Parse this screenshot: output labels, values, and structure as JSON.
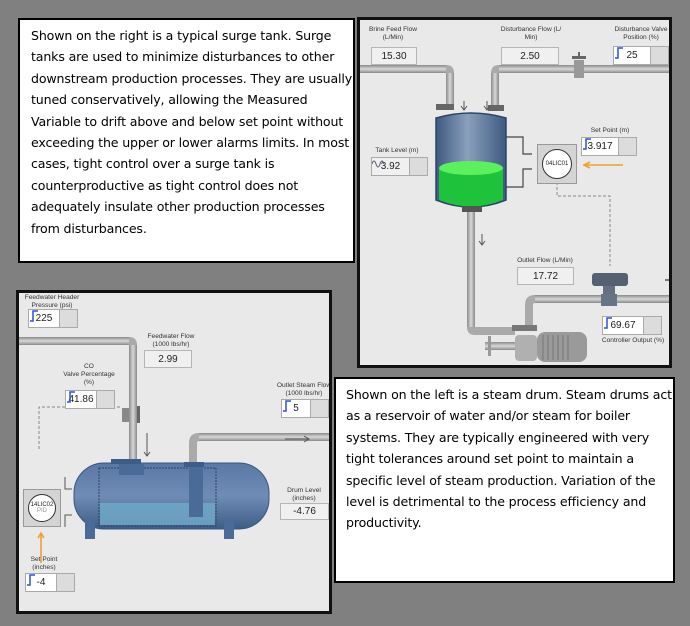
{
  "surge_tank_description": "Shown on the right is a typical surge tank. Surge tanks are used to minimize disturbances to other downstream production processes. They are usually tuned conservatively, allowing the Measured Variable to drift above and below set point without exceeding the upper or lower alarms limits. In most cases, tight control over a surge tank is counterproductive as tight control does not adequately insulate other production processes from disturbances.",
  "steam_drum_description": "Shown on the left is a steam drum. Steam drums act as a reservoir of water and/or steam for boiler systems. They are typically engineered with very tight tolerances around set point to maintain a specific level of steam production.  Variation of the level is detrimental to the process efficiency and productivity.",
  "surge_tank": {
    "brine_feed_flow": {
      "label": "Brine Feed Flow\n(L/Min)",
      "value": "15.30"
    },
    "disturbance_flow": {
      "label": "Disturbance Flow (L/\nMin)",
      "value": "2.50"
    },
    "disturbance_valve": {
      "label": "Disturbance Valve\nPosition (%)",
      "value": "25"
    },
    "tank_level": {
      "label": "Tank Level (m)",
      "value": "3.92"
    },
    "set_point": {
      "label": "Set Point (m)",
      "value": "3.917"
    },
    "controller": {
      "tag": "04LIC01"
    },
    "outlet_flow": {
      "label": "Outlet Flow (L/Min)",
      "value": "17.72"
    },
    "controller_output": {
      "label": "Controller Output (%)",
      "value": "69.67"
    },
    "colors": {
      "liquid": "#22cc44",
      "vessel": "#4a6a94",
      "arrow": "#f0a030"
    }
  },
  "steam_drum": {
    "feedwater_pressure": {
      "label": "Feedwater Header\nPressure (psi)",
      "value": "225"
    },
    "feedwater_flow": {
      "label": "Feedwater Flow\n(1000 lbs/hr)",
      "value": "2.99"
    },
    "co_valve": {
      "label": "CO\nValve Percentage\n(%)",
      "value": "41.86"
    },
    "outlet_steam_flow": {
      "label": "Outlet Steam Flow\n(1000 lbs/hr)",
      "value": "5"
    },
    "controller": {
      "tag": "14LIC02",
      "type": "PID"
    },
    "drum_level": {
      "label": "Drum Level\n(inches)",
      "value": "-4.76"
    },
    "set_point": {
      "label": "Set Point\n(inches)",
      "value": "-4"
    },
    "colors": {
      "water": "#6fa8c8",
      "vessel": "#4f6f9a"
    }
  }
}
